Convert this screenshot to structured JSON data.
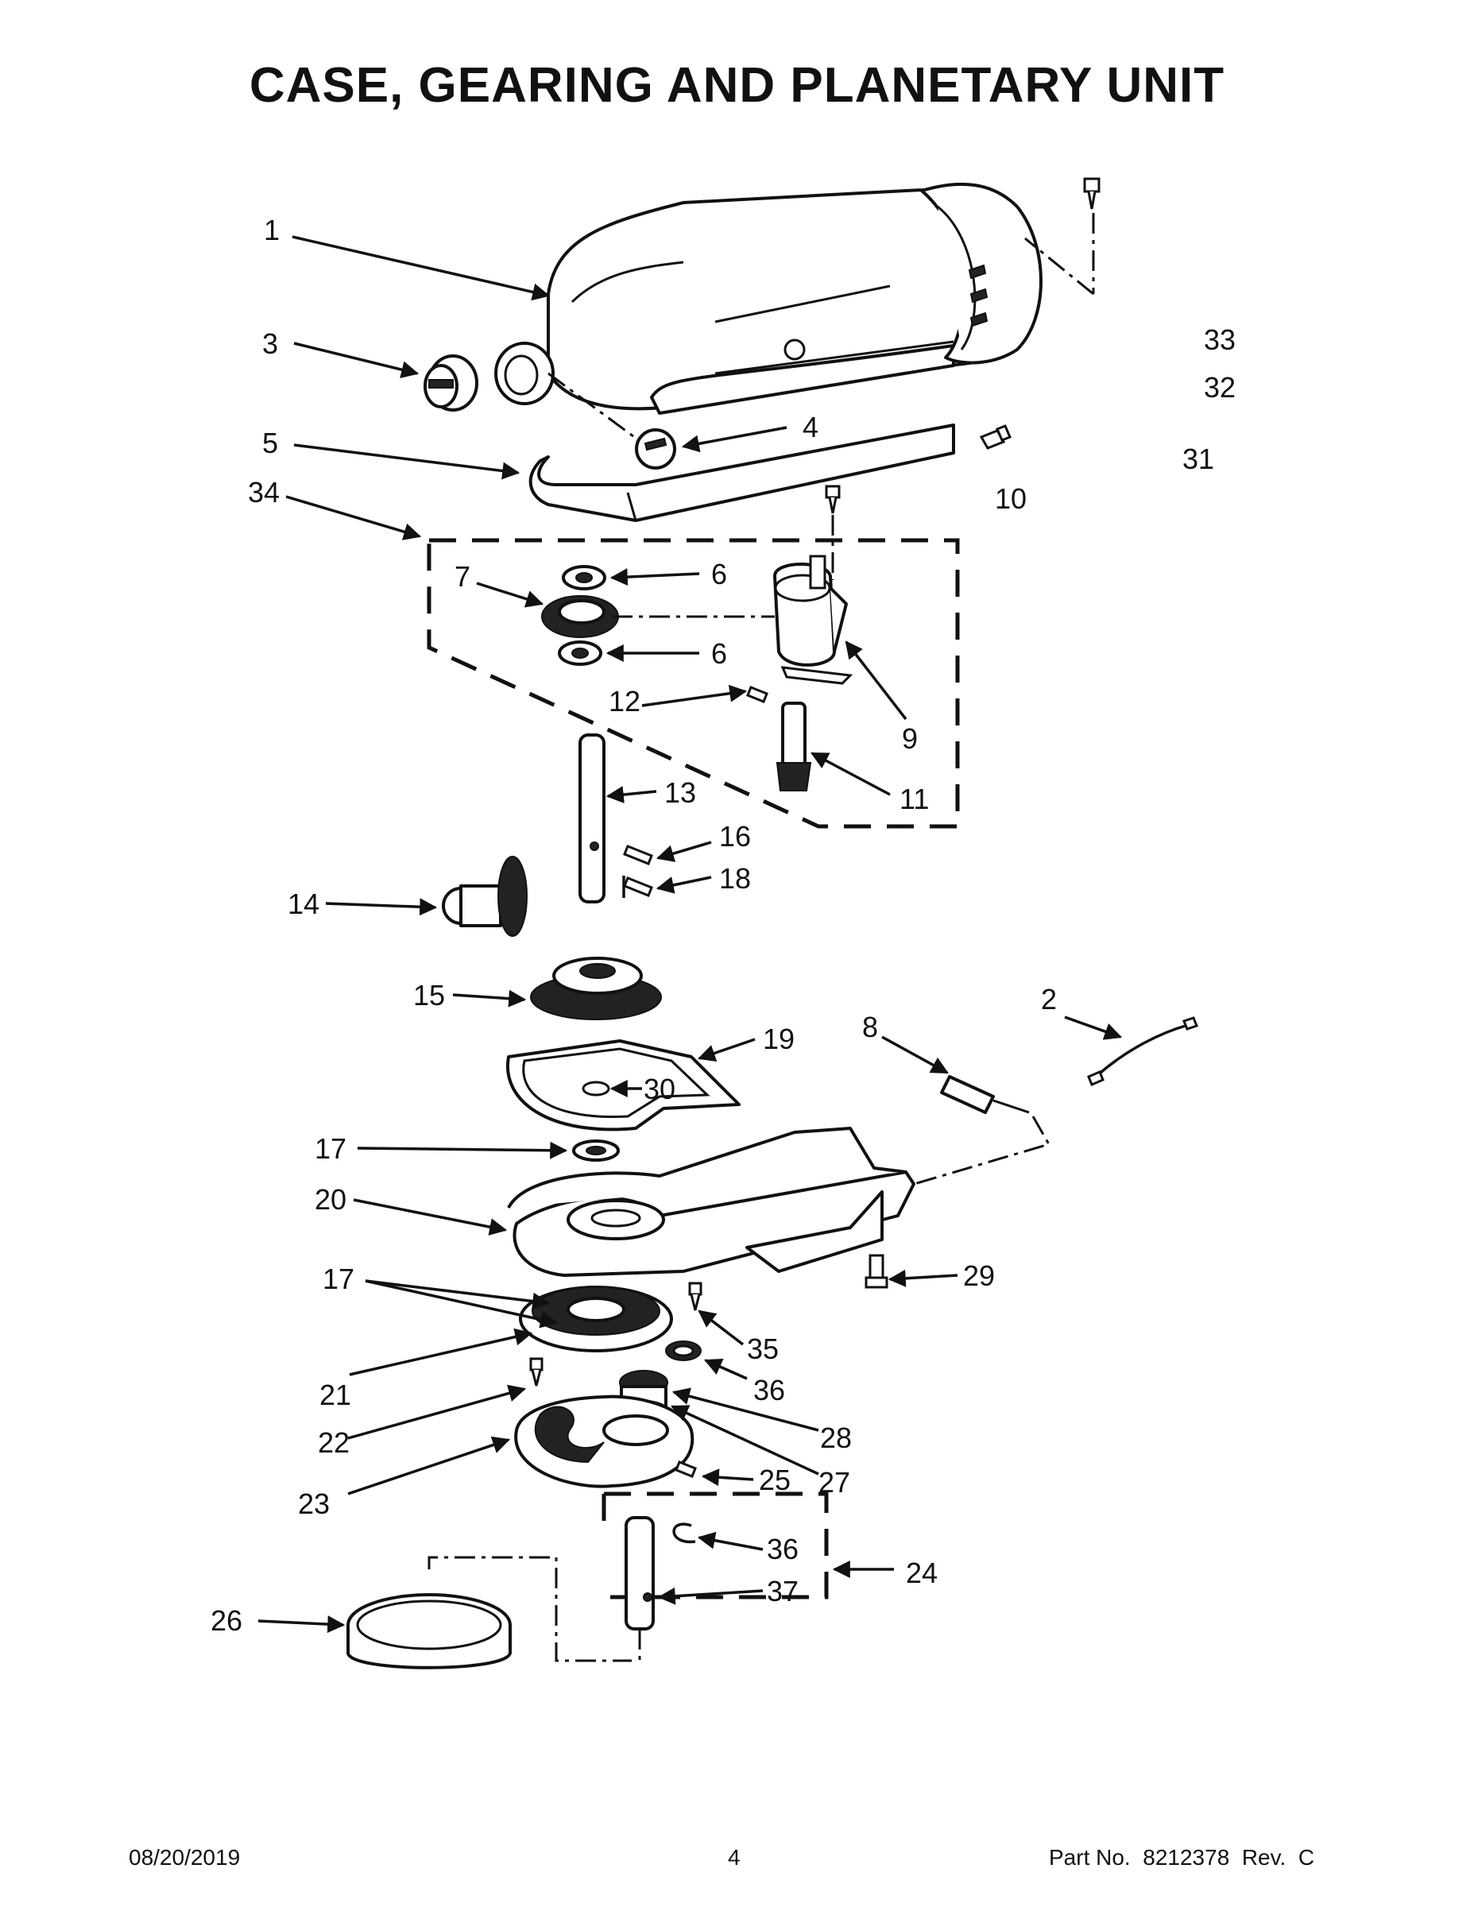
{
  "title": "CASE, GEARING AND PLANETARY UNIT",
  "footer": {
    "date": "08/20/2019",
    "page": "4",
    "part_no": "Part No.  8212378  Rev.  C"
  },
  "callouts": {
    "c1": "1",
    "c2": "2",
    "c3": "3",
    "c4": "4",
    "c5": "5",
    "c6a": "6",
    "c6b": "6",
    "c7": "7",
    "c8": "8",
    "c9": "9",
    "c10": "10",
    "c11": "11",
    "c12": "12",
    "c13": "13",
    "c14": "14",
    "c15": "15",
    "c16": "16",
    "c17a": "17",
    "c17b": "17",
    "c18": "18",
    "c19": "19",
    "c20": "20",
    "c21": "21",
    "c22": "22",
    "c23": "23",
    "c24": "24",
    "c25": "25",
    "c26": "26",
    "c27": "27",
    "c28": "28",
    "c29": "29",
    "c30": "30",
    "c31": "31",
    "c32": "32",
    "c33": "33",
    "c34": "34",
    "c35": "35",
    "c36a": "36",
    "c36b": "36",
    "c37": "37"
  }
}
